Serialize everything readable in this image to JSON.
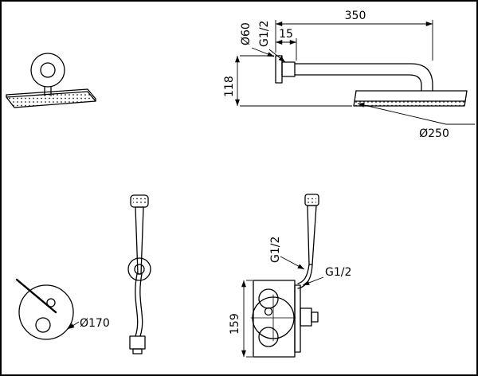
{
  "drawing_labels": {
    "arm_length": "350",
    "arm_wall_offset": "15",
    "arm_flange_diameter": "Ø60",
    "arm_thread": "G1/2",
    "arm_drop_height": "118",
    "head_diameter": "Ø250",
    "handshower_outlet_thread": "G1/2",
    "mixer_outlet_thread": "G1/2",
    "mixer_height": "159",
    "mixer_plate_diameter": "Ø170"
  }
}
